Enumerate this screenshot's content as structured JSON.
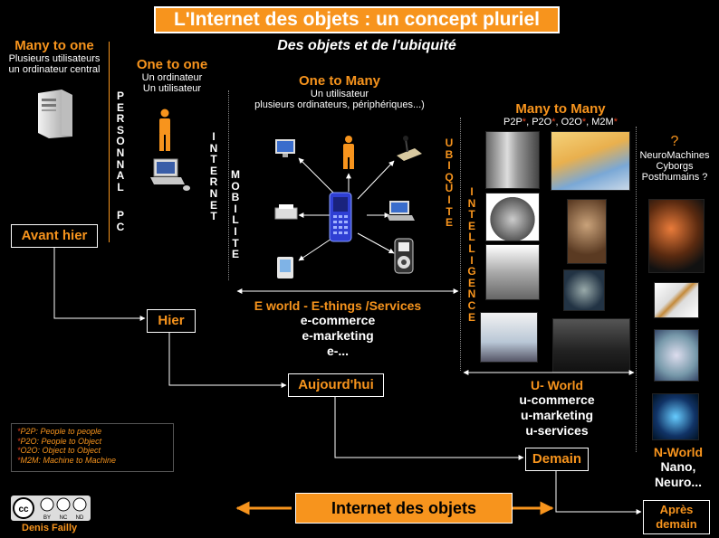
{
  "title": "L'Internet des objets : un concept pluriel",
  "subtitle": "Des objets et de l'ubiquité",
  "many_to_one": {
    "heading": "Many to one",
    "line1": "Plusieurs utilisateurs",
    "line2": "un ordinateur central"
  },
  "one_to_one": {
    "heading": "One to one",
    "line1": "Un ordinateur",
    "line2": "Un utilisateur"
  },
  "one_to_many": {
    "heading": "One to Many",
    "line1": "Un utilisateur",
    "line2": "plusieurs ordinateurs, périphériques...)"
  },
  "many_to_many": {
    "heading": "Many to Many",
    "p2p": "P2P",
    "p2o": "P2O",
    "o2o": "O2O",
    "m2m": "M2M",
    "star": "*",
    "sep": ", "
  },
  "future": {
    "question": "?",
    "line1": "NeuroMachines",
    "line2": "Cyborgs",
    "line3": "Posthumains ?"
  },
  "vertical": {
    "personnal": [
      "P",
      "E",
      "R",
      "S",
      "O",
      "N",
      "N",
      "A",
      "L"
    ],
    "pc": [
      "P",
      "C"
    ],
    "internet": [
      "I",
      "N",
      "T",
      "E",
      "R",
      "N",
      "E",
      "T"
    ],
    "mobilite": [
      "M",
      "O",
      "B",
      "I",
      "L",
      "I",
      "T",
      "E"
    ],
    "ubiquite": [
      "U",
      "B",
      "I",
      "Q",
      "U",
      "I",
      "T",
      "E"
    ],
    "intelligence": [
      "I",
      "N",
      "T",
      "E",
      "L",
      "L",
      "I",
      "G",
      "E",
      "N",
      "C",
      "E"
    ]
  },
  "eworld": {
    "heading": "E world - E-things /Services",
    "l1": "e-commerce",
    "l2": "e-marketing",
    "l3": "e-..."
  },
  "uworld": {
    "heading": "U- World",
    "l1": "u-commerce",
    "l2": "u-marketing",
    "l3": "u-services"
  },
  "nworld": {
    "heading": "N-World",
    "l1": "Nano,",
    "l2": "Neuro..."
  },
  "timeline": {
    "avant_hier": "Avant hier",
    "hier": "Hier",
    "aujourdhui": "Aujourd'hui",
    "demain": "Demain",
    "apres1": "Après",
    "apres2": "demain"
  },
  "bottom": {
    "internet_des_objets": "Internet des objets"
  },
  "legend": [
    {
      "star": "*",
      "text": "P2P: People to people"
    },
    {
      "star": "*",
      "text": "P2O: People to Object"
    },
    {
      "star": "*",
      "text": "O2O: Object to Object"
    },
    {
      "star": "*",
      "text": "M2M: Machine to Machine"
    }
  ],
  "license": {
    "cc": "cc",
    "by": "BY",
    "nc": "NC",
    "nd": "ND",
    "author": "Denis Failly"
  },
  "colors": {
    "accent": "#f7941d",
    "background": "#000000",
    "text": "#ffffff",
    "phone": "#2f3fd4"
  }
}
